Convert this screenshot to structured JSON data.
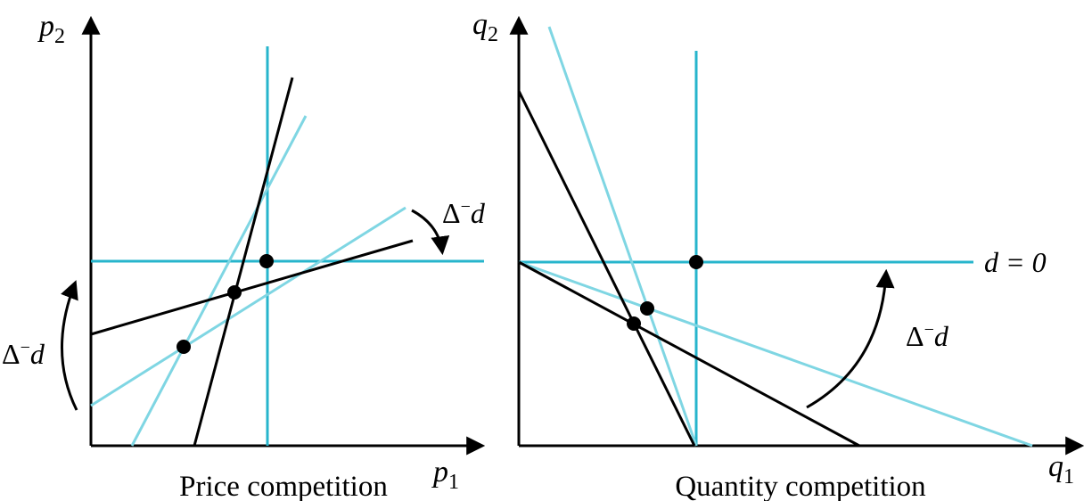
{
  "colors": {
    "axis": "#000000",
    "best_response_black": "#000000",
    "reference_cyan": "#27b5cc",
    "shifted_cyan": "#7fd6e3",
    "equilibrium_dot": "#000000"
  },
  "left_panel": {
    "caption": "Price competition",
    "y_axis": {
      "symbol": "p",
      "subscript": "2"
    },
    "x_axis": {
      "symbol": "p",
      "subscript": "1"
    },
    "annotation_right": {
      "delta": "Δ",
      "sup": "−",
      "var": "d"
    },
    "annotation_left": {
      "delta": "Δ",
      "sup": "−",
      "var": "d"
    }
  },
  "right_panel": {
    "caption": "Quantity competition",
    "y_axis": {
      "symbol": "q",
      "subscript": "2"
    },
    "x_axis": {
      "symbol": "q",
      "subscript": "1"
    },
    "reference_label": "d = 0",
    "annotation": {
      "delta": "Δ",
      "sup": "−",
      "var": "d"
    }
  }
}
